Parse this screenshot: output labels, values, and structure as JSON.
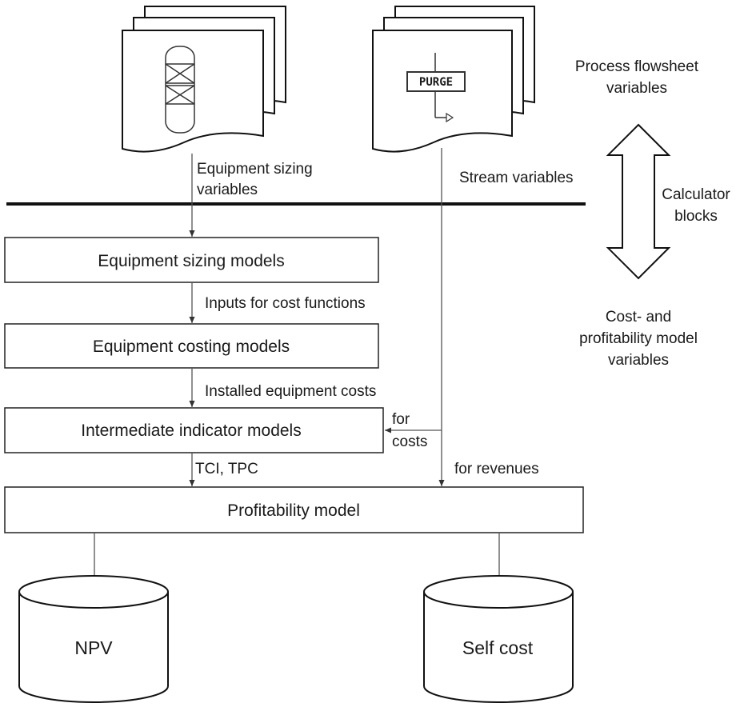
{
  "nodes": {
    "purge_label": "PURGE",
    "equipment_sizing_models": "Equipment sizing models",
    "equipment_costing_models": "Equipment costing models",
    "intermediate_indicator_models": "Intermediate indicator models",
    "profitability_model": "Profitability model",
    "npv": "NPV",
    "self_cost": "Self cost"
  },
  "edges": {
    "equipment_sizing_variables": [
      "Equipment sizing",
      "variables"
    ],
    "stream_variables": "Stream variables",
    "inputs_for_cost_functions": "Inputs for cost functions",
    "installed_equipment_costs": "Installed equipment costs",
    "for_costs": [
      "for",
      "costs"
    ],
    "tci_tpc": "TCI, TPC",
    "for_revenues": "for revenues"
  },
  "side": {
    "process_flowsheet_variables": [
      "Process flowsheet",
      "variables"
    ],
    "calculator_blocks": [
      "Calculator",
      "blocks"
    ],
    "cost_profitability_variables": [
      "Cost- and",
      "profitability model",
      "variables"
    ]
  }
}
